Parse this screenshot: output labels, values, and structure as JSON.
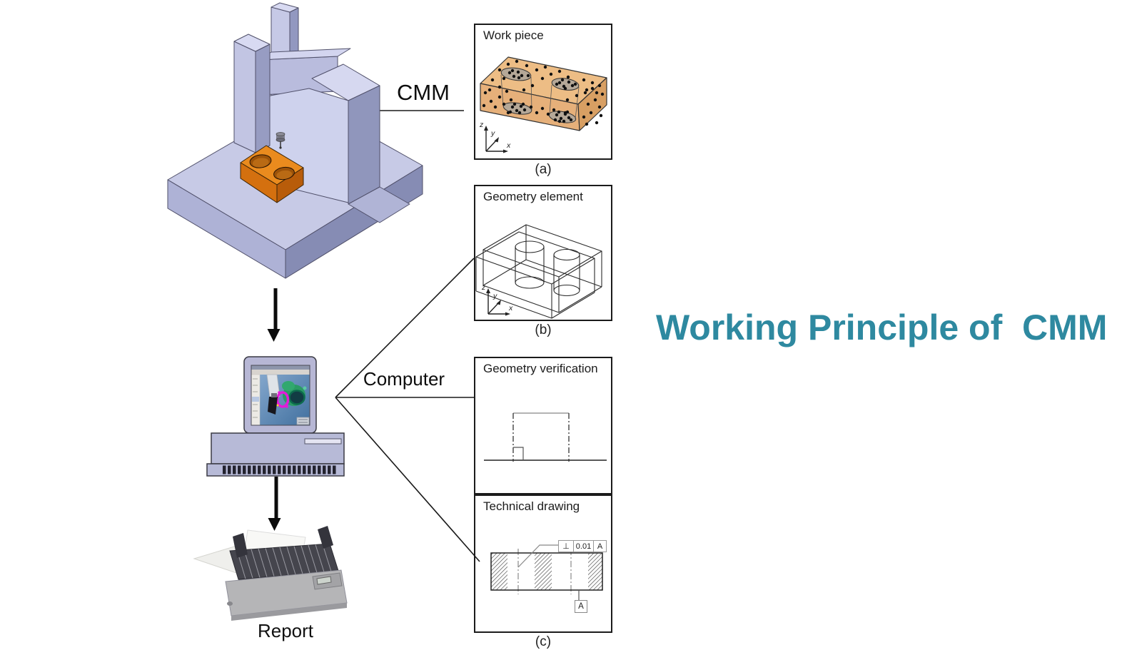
{
  "slide": {
    "title": "Working Principle of  CMM",
    "title_color": "#2E89A0"
  },
  "labels": {
    "cmm": "CMM",
    "computer": "Computer",
    "report": "Report"
  },
  "panels": {
    "workpiece": {
      "title": "Work piece",
      "caption": "(a)"
    },
    "geometry_element": {
      "title": "Geometry element",
      "caption": "(b)"
    },
    "geometry_verification": {
      "title": "Geometry verification"
    },
    "technical_drawing": {
      "title": "Technical drawing",
      "caption": "(c)"
    }
  },
  "axes": {
    "z": "z",
    "y": "y",
    "x": "x"
  },
  "tolerance": {
    "symbol": "⊥",
    "value": "0.01",
    "datum": "A"
  },
  "datum_tag": "A",
  "colors": {
    "machine_light": "#C7CAE6",
    "machine_mid": "#B6B9DA",
    "machine_dark": "#868CB4",
    "workpiece_top": "#EA8B1E",
    "panel_tan": "#EDBD85",
    "title_teal": "#2E89A0"
  }
}
